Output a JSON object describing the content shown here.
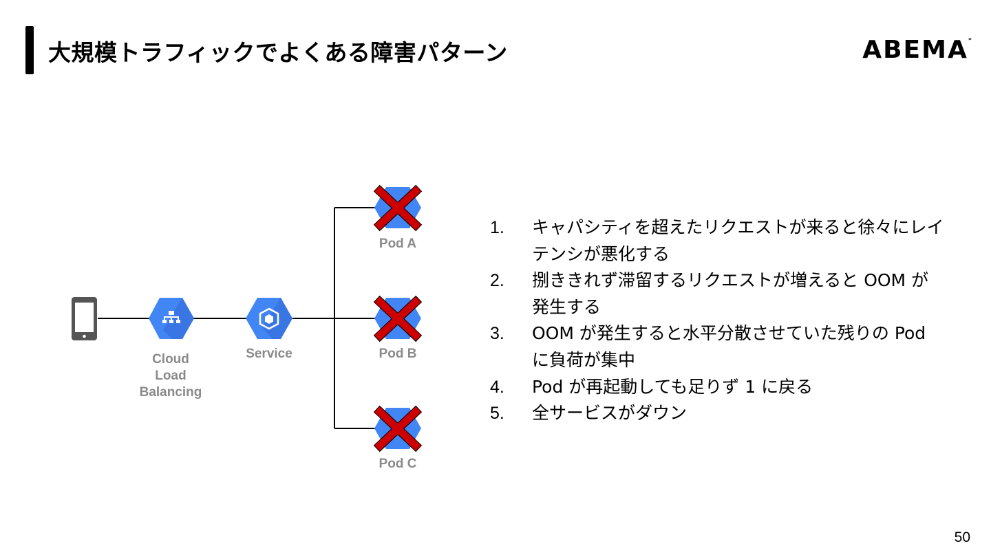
{
  "header": {
    "title": "大規模トラフィックでよくある障害パターン",
    "logo_text": "ABEMA",
    "logo_mark": "»"
  },
  "diagram": {
    "nodes": [
      {
        "id": "client",
        "icon": "smartphone-icon",
        "label": ""
      },
      {
        "id": "lb",
        "icon": "load-balancer-icon",
        "label": "Cloud\nLoad\nBalancing"
      },
      {
        "id": "service",
        "icon": "service-icon",
        "label": "Service"
      },
      {
        "id": "pod-a",
        "icon": "pod-icon",
        "label": "Pod A",
        "failed": true
      },
      {
        "id": "pod-b",
        "icon": "pod-icon",
        "label": "Pod B",
        "failed": true
      },
      {
        "id": "pod-c",
        "icon": "pod-icon",
        "label": "Pod C",
        "failed": true
      }
    ],
    "edges": [
      [
        "client",
        "lb"
      ],
      [
        "lb",
        "service"
      ],
      [
        "service",
        "pod-a"
      ],
      [
        "service",
        "pod-b"
      ],
      [
        "service",
        "pod-c"
      ]
    ],
    "colors": {
      "node_fill": "#4285F4",
      "failure_mark": "#CC0000",
      "line": "#000000",
      "label": "#8A8A8A"
    }
  },
  "steps": [
    {
      "num": "1.",
      "text": "キャパシティを超えたリクエストが来ると徐々にレイテンシが悪化する"
    },
    {
      "num": "2.",
      "text": "捌ききれず滞留するリクエストが増えると OOM が発生する"
    },
    {
      "num": "3.",
      "text": "OOM が発生すると水平分散させていた残りの Pod に負荷が集中"
    },
    {
      "num": "4.",
      "text": "Pod が再起動しても足りず 1 に戻る"
    },
    {
      "num": "5.",
      "text": "全サービスがダウン"
    }
  ],
  "footer": {
    "page_number": "50"
  }
}
